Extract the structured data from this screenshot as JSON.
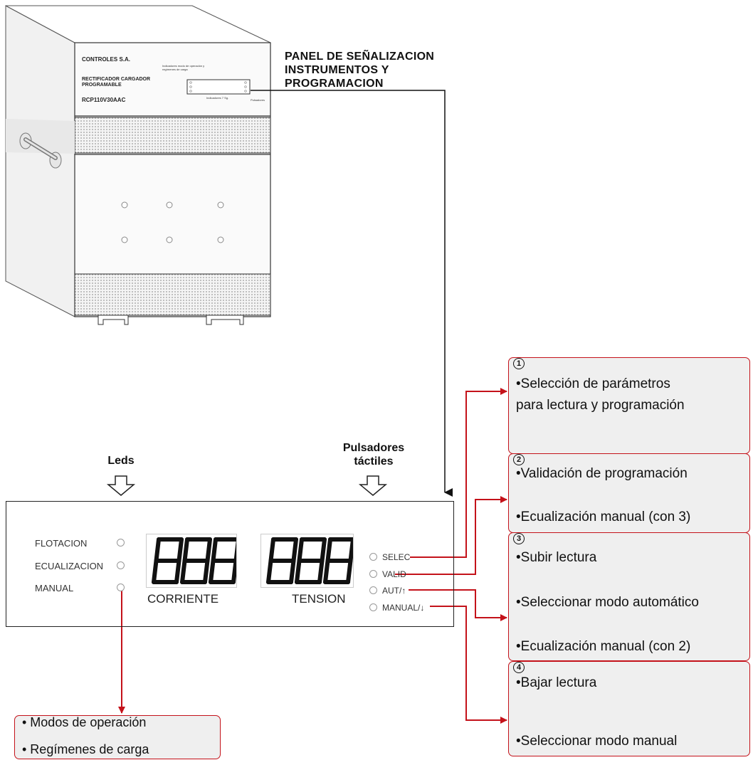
{
  "cabinet": {
    "company": "CONTROLES S.A.",
    "product": "RECTIFICADOR CARGADOR PROGRAMABLE",
    "model": "RCP110V30AAC",
    "indicators_note": "Indicadores modo de operación y regímenes de carga",
    "indicators_7seg": "Indicadores 7 Sg.",
    "pulsadores": "Pulsadores"
  },
  "panel_title": "PANEL DE SEÑALIZACION\nINSTRUMENTOS Y\nPROGRAMACION",
  "headers": {
    "leds": "Leds",
    "pulsadores": "Pulsadores\ntáctiles"
  },
  "front_panel": {
    "leds": [
      "FLOTACION",
      "ECUALIZACION",
      "MANUAL"
    ],
    "displays": [
      {
        "digits": "888",
        "label": "CORRIENTE"
      },
      {
        "digits": "888",
        "label": "TENSION"
      }
    ],
    "buttons": [
      "SELEC",
      "VALID",
      "AUT/↑",
      "MANUAL/↓"
    ]
  },
  "callouts": [
    {
      "number": "1",
      "lines": [
        "•Selección de parámetros",
        " para lectura y programación"
      ]
    },
    {
      "number": "2",
      "lines": [
        "•Validación de programación",
        "•Ecualización manual (con 3)"
      ]
    },
    {
      "number": "3",
      "lines": [
        "•Subir lectura",
        "•Seleccionar modo automático",
        "•Ecualización manual (con 2)"
      ]
    },
    {
      "number": "4",
      "lines": [
        "•Bajar lectura",
        "•Seleccionar modo manual"
      ]
    }
  ],
  "leds_callout": {
    "lines": [
      "• Modos de operación",
      "• Regímenes de carga"
    ]
  },
  "colors": {
    "accent": "#c4121a",
    "box_fill": "#efefef",
    "line": "#222222"
  }
}
